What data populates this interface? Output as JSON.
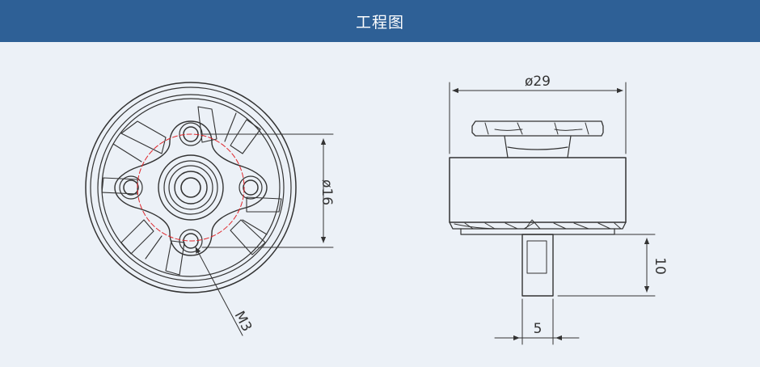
{
  "header": {
    "title": "工程图"
  },
  "dimensions": {
    "bolt_circle": "ø16",
    "thread": "M3",
    "outer_diameter": "ø29",
    "shaft_length": "10",
    "shaft_width": "5"
  },
  "colors": {
    "header_bg": "#2e6096",
    "page_bg": "#ecf1f7",
    "line": "#333333",
    "bolt_circle_line": "#e0262b"
  }
}
